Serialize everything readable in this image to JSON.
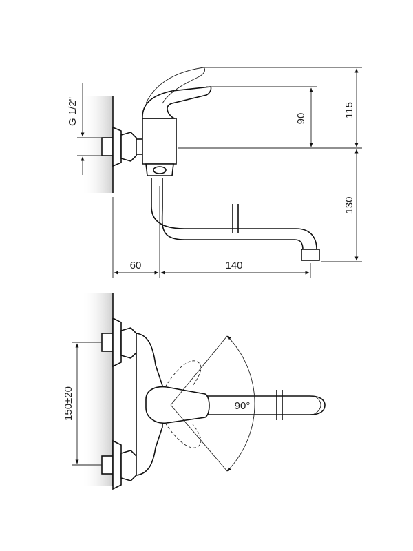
{
  "side_view": {
    "thread_label": "G 1/2\"",
    "dim_60": "60",
    "dim_140": "140",
    "dim_90": "90",
    "dim_115": "115",
    "dim_130": "130"
  },
  "top_view": {
    "spacing_label": "150±20",
    "angle_label": "90°"
  },
  "colors": {
    "line": "#111111",
    "wall_shade": "#d9d9d9"
  }
}
